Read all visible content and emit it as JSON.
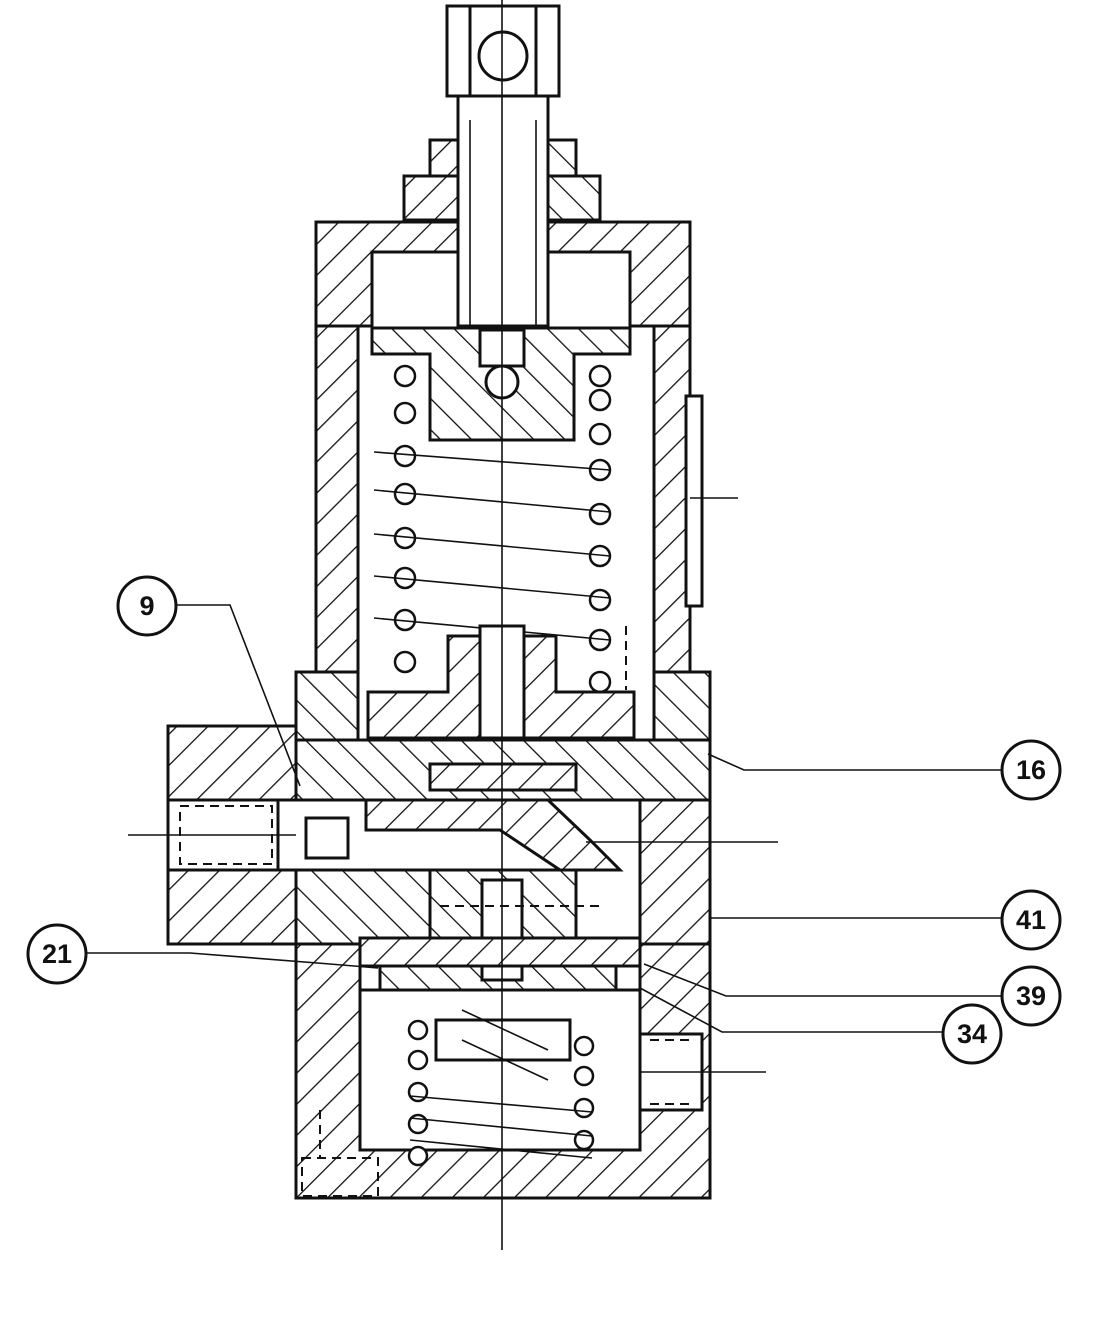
{
  "callouts": [
    {
      "id": "callout-9",
      "label": "9"
    },
    {
      "id": "callout-16",
      "label": "16"
    },
    {
      "id": "callout-41",
      "label": "41"
    },
    {
      "id": "callout-21",
      "label": "21"
    },
    {
      "id": "callout-39",
      "label": "39"
    },
    {
      "id": "callout-34",
      "label": "34"
    }
  ],
  "colors": {
    "ink": "#111111",
    "paper": "#ffffff"
  }
}
